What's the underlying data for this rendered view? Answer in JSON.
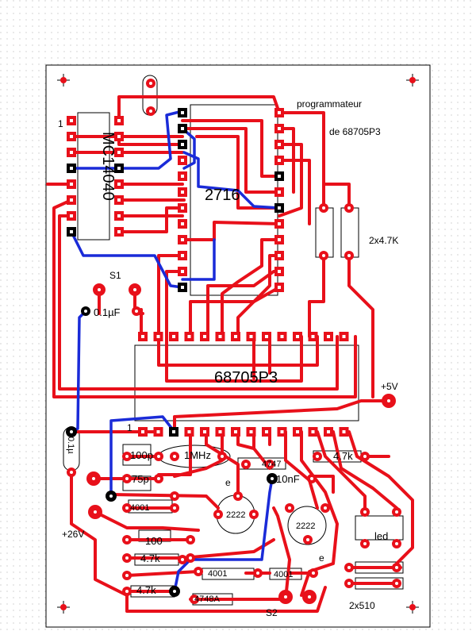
{
  "labels": {
    "title_line1": "programmateur",
    "title_line2": "de 68705P3",
    "ic_buffer": "MC14040",
    "ic_eprom": "2716",
    "ic_mcu": "68705P3",
    "pin1_left": "1",
    "pin1_mcu": "1",
    "switch1": "S1",
    "switch2": "S2",
    "cap_0_1uF_top": "0.1µF",
    "cap_0_1uF_left": "0.1µ",
    "resistors_2x4_7k": "2x4.7K",
    "resistors_2x510": "2x510",
    "supply_5v": "+5V",
    "supply_26v": "+26V",
    "cap_100p": "100p",
    "crystal_1mhz": "1MHz",
    "cap_75p": "75p",
    "diode_4001_a": "4001",
    "res_100": "100",
    "res_4_7k_a": "4.7k",
    "res_4_7k_b": "4.7k",
    "res_4_7k_c": "4.7k",
    "zener_4747": "4747",
    "cap_10nF": "10nF",
    "transistor_2222_a": "2222",
    "transistor_2222_b": "2222",
    "diode_4001_b": "4001",
    "diode_4001_c": "4001",
    "zener_4748A": "4748A",
    "led": "led",
    "emitter_a": "e",
    "emitter_b": "e"
  },
  "colors": {
    "trace_red": "#e8101a",
    "trace_blue": "#1a2bd8",
    "pad_black": "#000000",
    "outline": "#000000",
    "grid_dot": "#c9c9c9"
  }
}
